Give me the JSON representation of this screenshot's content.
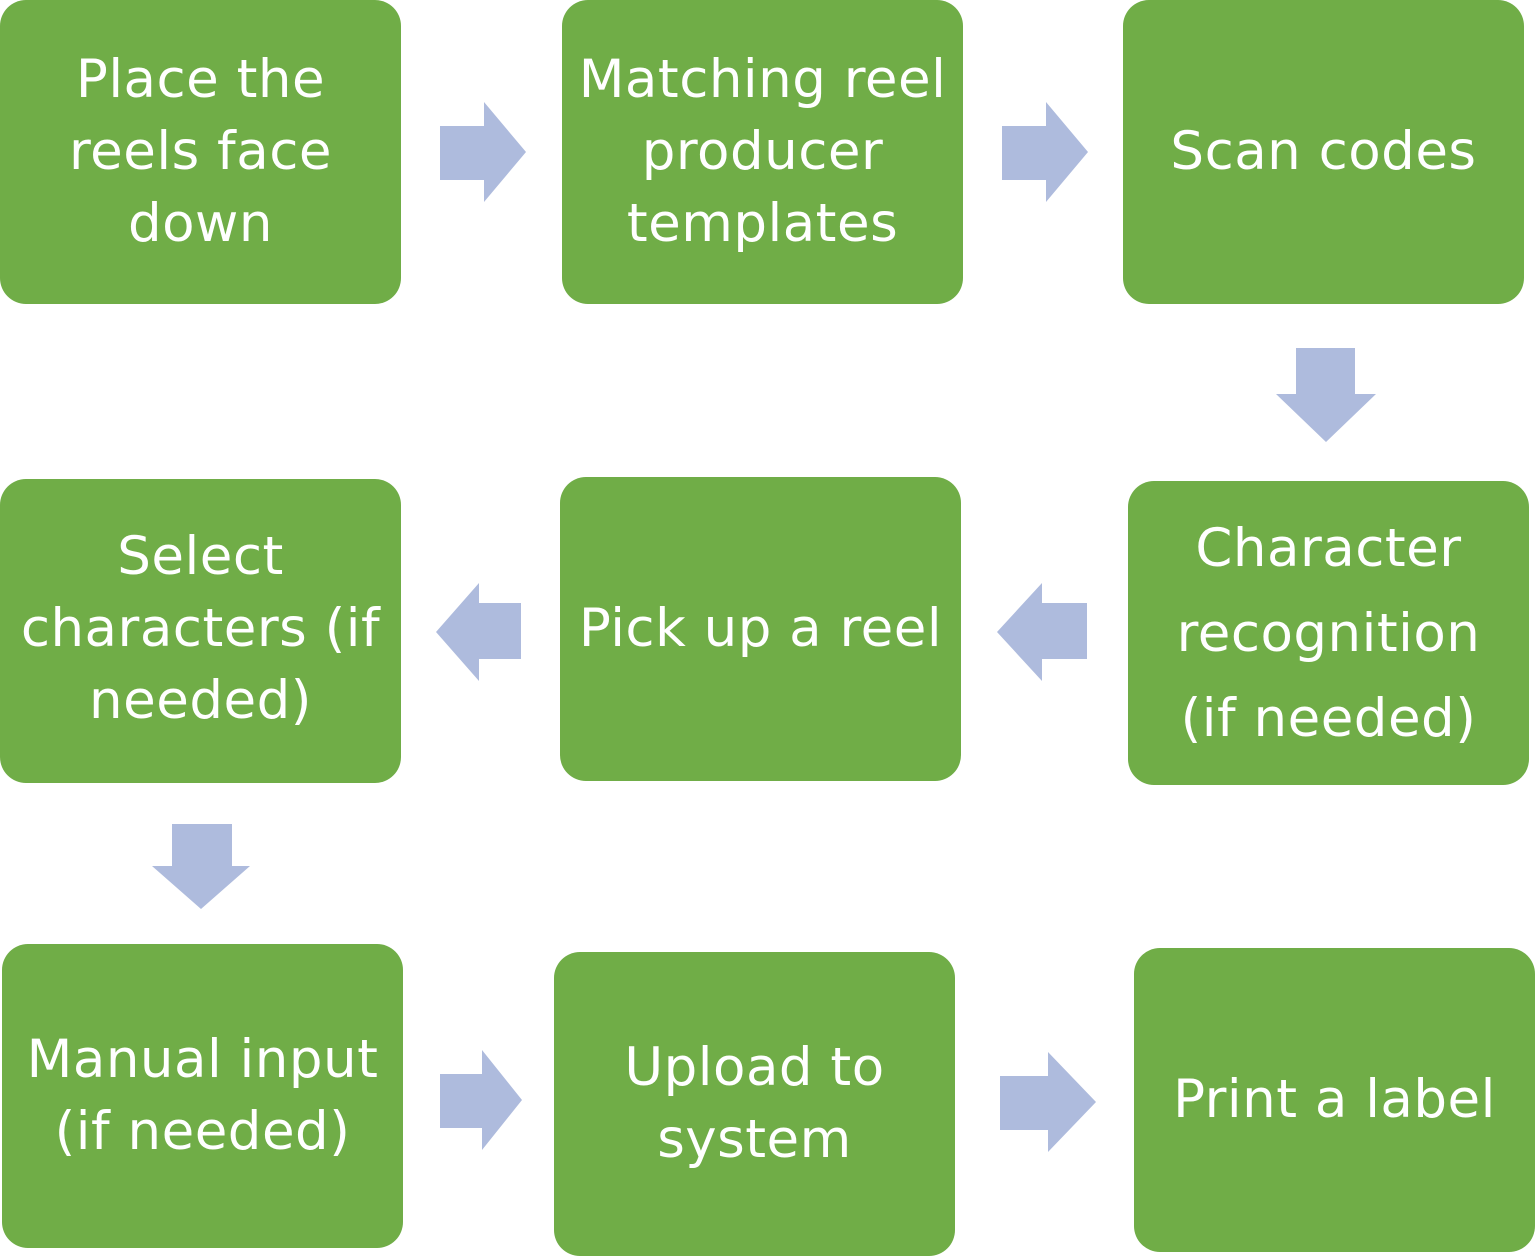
{
  "diagram": {
    "colors": {
      "box_fill": "#70ad47",
      "box_text": "#ffffff",
      "arrow_fill": "#aebbdd"
    },
    "steps": [
      {
        "id": "place-reels",
        "label": "Place the\nreels face\ndown"
      },
      {
        "id": "matching-templates",
        "label": "Matching reel\nproducer\ntemplates"
      },
      {
        "id": "scan-codes",
        "label": "Scan codes"
      },
      {
        "id": "character-recognition",
        "label": "Character\nrecognition\n(if needed)"
      },
      {
        "id": "pick-up-reel",
        "label": "Pick up a reel"
      },
      {
        "id": "select-characters",
        "label": "Select\ncharacters (if\nneeded)"
      },
      {
        "id": "manual-input",
        "label": "Manual input\n(if needed)"
      },
      {
        "id": "upload-system",
        "label": "Upload to\nsystem"
      },
      {
        "id": "print-label",
        "label": "Print a label"
      }
    ],
    "flow": [
      {
        "from": "place-reels",
        "to": "matching-templates",
        "direction": "right"
      },
      {
        "from": "matching-templates",
        "to": "scan-codes",
        "direction": "right"
      },
      {
        "from": "scan-codes",
        "to": "character-recognition",
        "direction": "down"
      },
      {
        "from": "character-recognition",
        "to": "pick-up-reel",
        "direction": "left"
      },
      {
        "from": "pick-up-reel",
        "to": "select-characters",
        "direction": "left"
      },
      {
        "from": "select-characters",
        "to": "manual-input",
        "direction": "down"
      },
      {
        "from": "manual-input",
        "to": "upload-system",
        "direction": "right"
      },
      {
        "from": "upload-system",
        "to": "print-label",
        "direction": "right"
      }
    ]
  }
}
